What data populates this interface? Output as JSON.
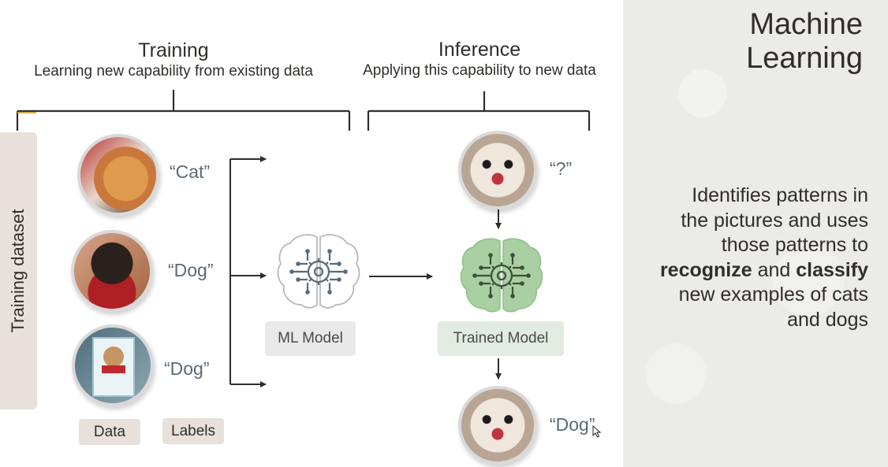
{
  "sidebar": {
    "title_line1": "Machine",
    "title_line2": "Learning",
    "desc_line1": "Identifies patterns in",
    "desc_line2": "the pictures and uses",
    "desc_line3": "those patterns to",
    "desc_bold1": "recognize",
    "desc_mid": " and ",
    "desc_bold2": "classify",
    "desc_line5": "new examples of cats",
    "desc_line6": "and dogs"
  },
  "training": {
    "title": "Training",
    "subtitle": "Learning new capability from existing data"
  },
  "inference": {
    "title": "Inference",
    "subtitle": "Applying this capability to new data"
  },
  "dataset": {
    "label": "Training dataset",
    "labels": [
      "“Cat”",
      "“Dog”",
      "“Dog”"
    ],
    "data_pill": "Data",
    "labels_pill": "Labels"
  },
  "models": {
    "ml_model": "ML Model",
    "trained_model": "Trained Model"
  },
  "inference_labels": {
    "input": "“?”",
    "output": "“Dog”"
  },
  "icons": {
    "brain_untrained": "brain-gear-outline-icon",
    "brain_trained": "brain-gear-green-icon",
    "cursor": "mouse-cursor-icon"
  },
  "colors": {
    "text": "#312d2a",
    "label_gray": "#5b6a76",
    "tan_pill": "#e8e1db",
    "trained_green": "#a9cfa2",
    "panel": "#ebebea"
  }
}
